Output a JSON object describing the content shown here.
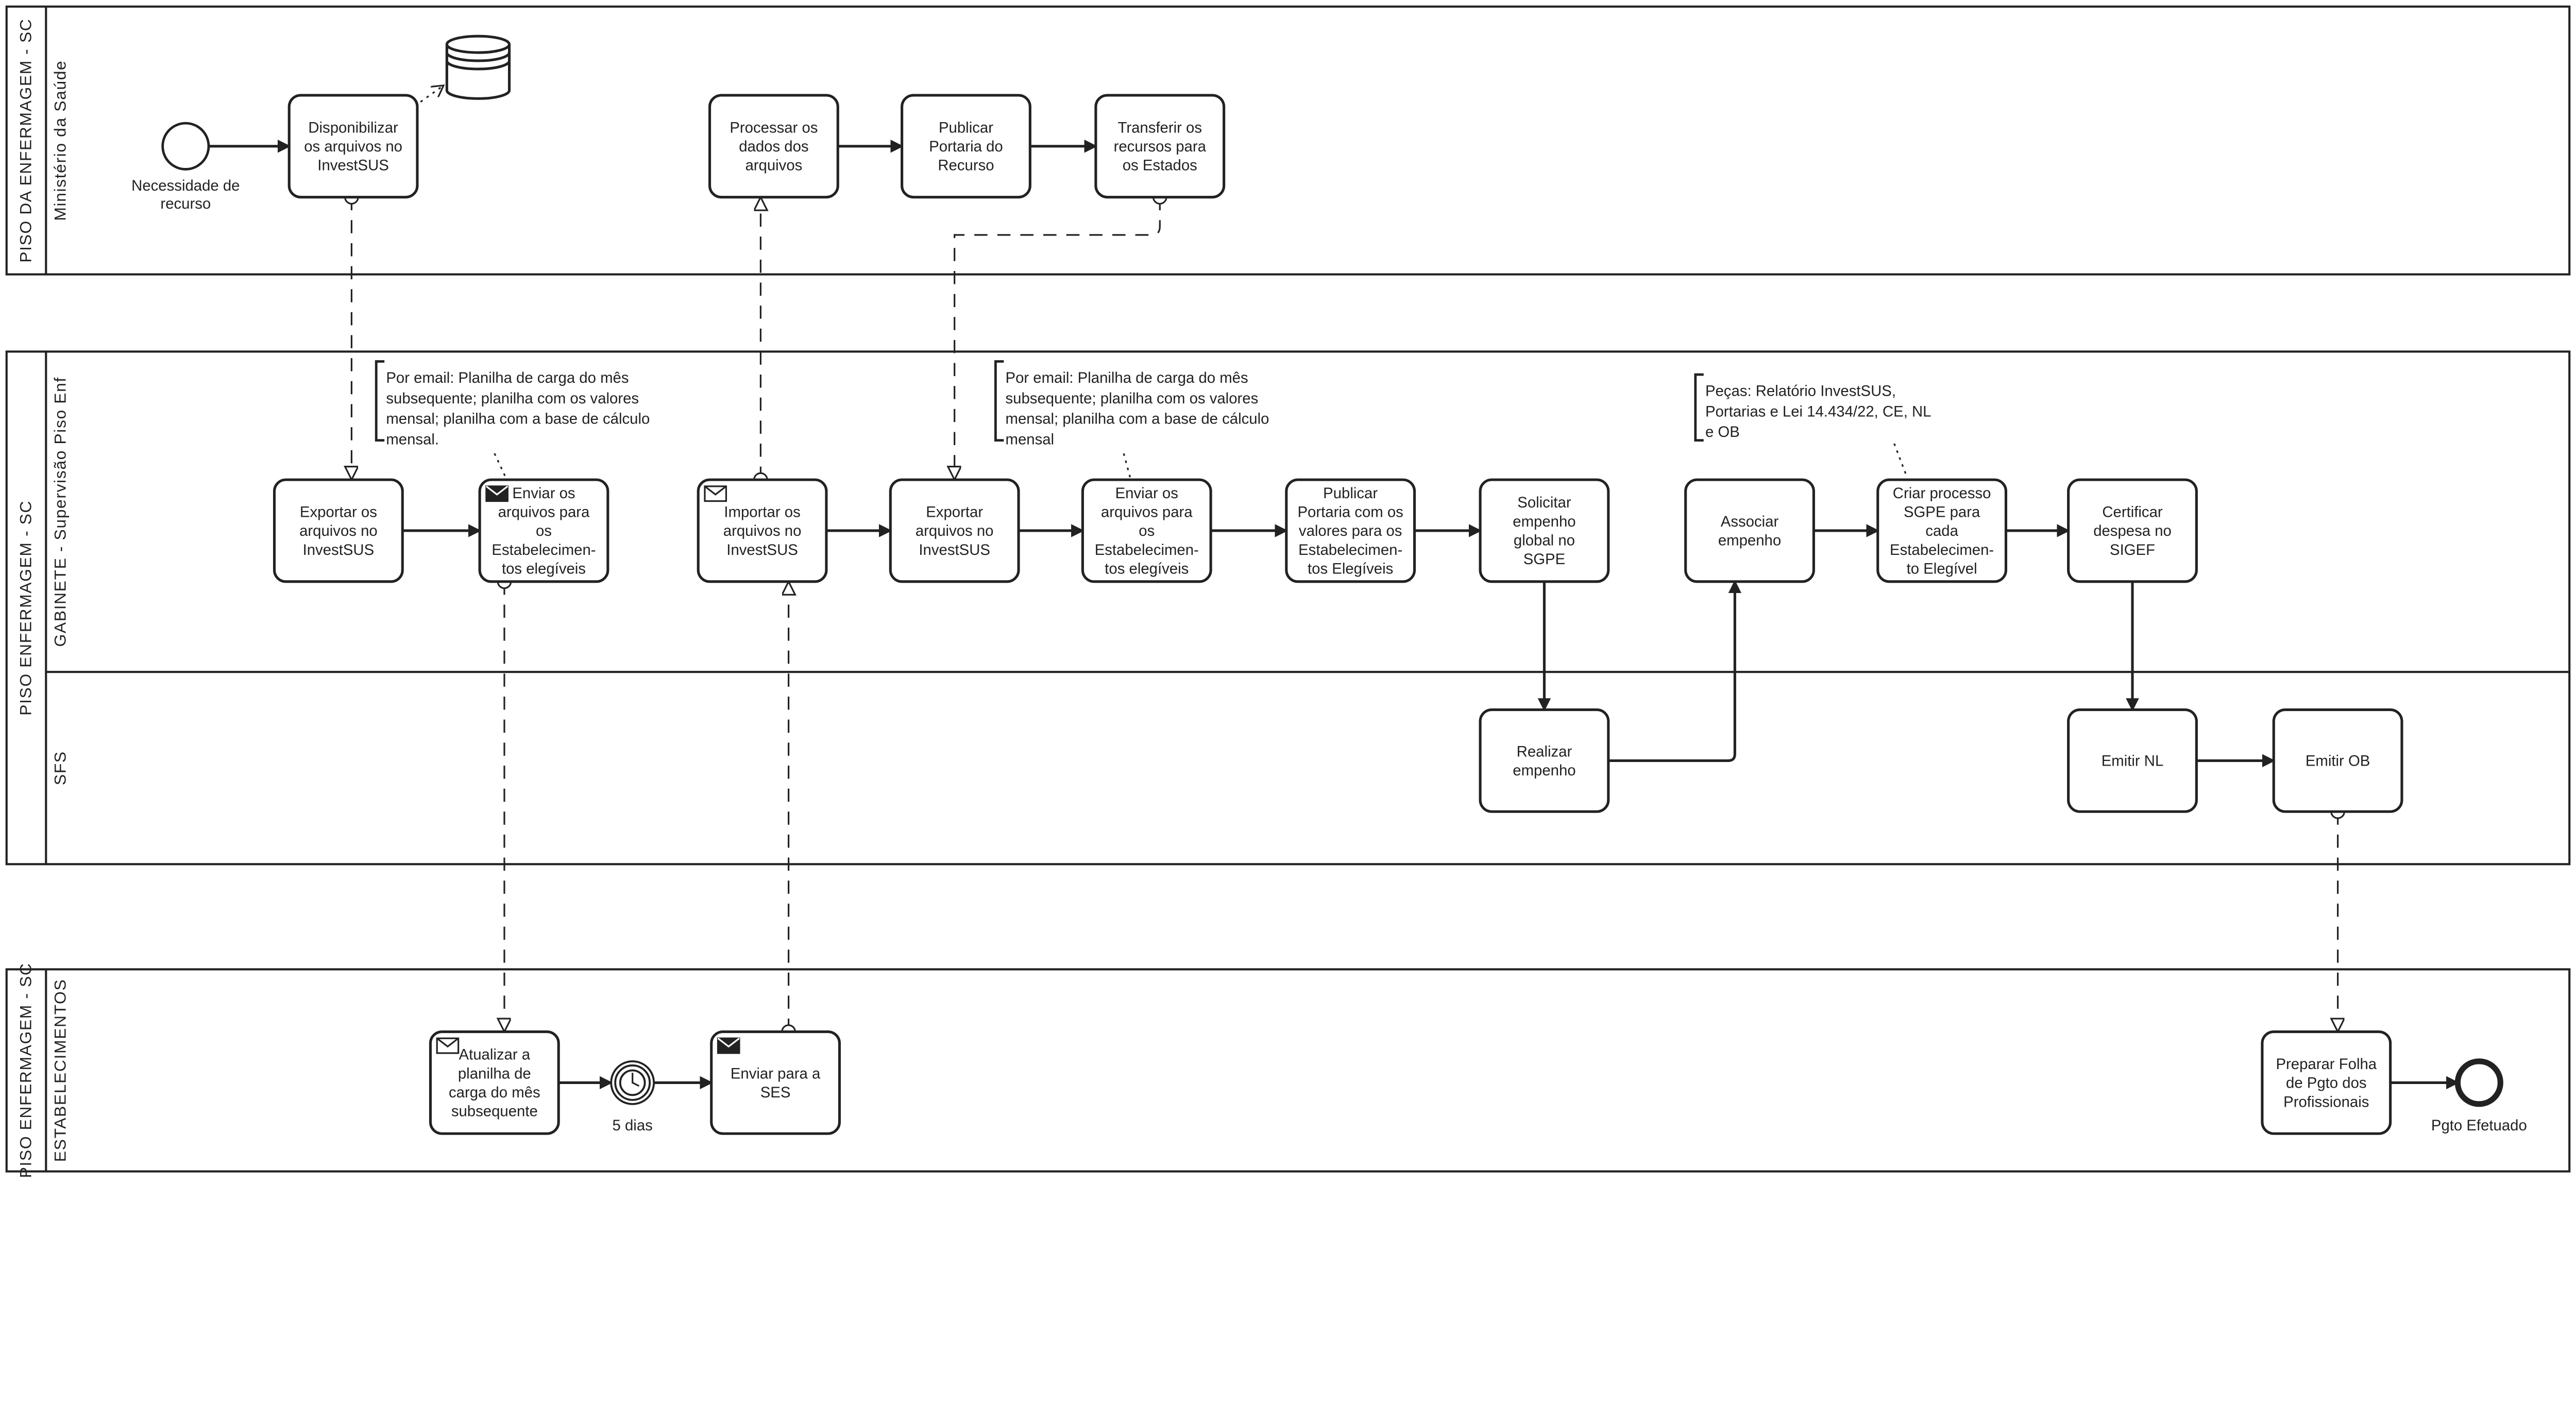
{
  "pools": [
    {
      "id": "p1",
      "label": "PISO DA ENFERMAGEM - SC",
      "lanes": [
        {
          "label": "Ministério da Saúde"
        }
      ]
    },
    {
      "id": "p2",
      "label": "PISO ENFERMAGEM - SC",
      "lanes": [
        {
          "label": "GABINETE - Supervisão Piso Enf"
        },
        {
          "label": "SFS"
        }
      ]
    },
    {
      "id": "p3",
      "label": "PISO ENFERMAGEM - SC",
      "lanes": [
        {
          "label": "ESTABELECIMENTOS"
        }
      ]
    }
  ],
  "events": [
    {
      "id": "start",
      "type": "start",
      "label": [
        "Necessidade de",
        "recurso"
      ]
    },
    {
      "id": "timer",
      "type": "timer-intermediate",
      "label": [
        "5 dias"
      ]
    },
    {
      "id": "end",
      "type": "end",
      "label": [
        "Pgto Efetuado"
      ]
    }
  ],
  "tasks": [
    {
      "id": "disponibilizar",
      "lines": [
        "Disponibilizar",
        "os arquivos no",
        "InvestSUS"
      ]
    },
    {
      "id": "processar",
      "lines": [
        "Processar os",
        "dados dos",
        "arquivos"
      ]
    },
    {
      "id": "publicar-recurso",
      "lines": [
        "Publicar",
        "Portaria do",
        "Recurso"
      ]
    },
    {
      "id": "transferir",
      "lines": [
        "Transferir os",
        "recursos para",
        "os Estados"
      ]
    },
    {
      "id": "exportar1",
      "lines": [
        "Exportar os",
        "arquivos no",
        "InvestSUS"
      ]
    },
    {
      "id": "enviar1",
      "lines": [
        "Enviar os",
        "arquivos para",
        "os",
        "Estabelecimen-",
        "tos elegíveis"
      ],
      "marker": "send"
    },
    {
      "id": "importar",
      "lines": [
        "Importar os",
        "arquivos no",
        "InvestSUS"
      ],
      "marker": "receive"
    },
    {
      "id": "exportar2",
      "lines": [
        "Exportar",
        "arquivos no",
        "InvestSUS"
      ]
    },
    {
      "id": "enviar2",
      "lines": [
        "Enviar os",
        "arquivos para",
        "os",
        "Estabelecimen-",
        "tos elegíveis"
      ]
    },
    {
      "id": "publicar-portaria",
      "lines": [
        "Publicar",
        "Portaria com os",
        "valores para os",
        "Estabelecimen-",
        "tos Elegíveis"
      ]
    },
    {
      "id": "solicitar",
      "lines": [
        "Solicitar",
        "empenho",
        "global no",
        "SGPE"
      ]
    },
    {
      "id": "associar",
      "lines": [
        "Associar",
        "empenho"
      ]
    },
    {
      "id": "criar",
      "lines": [
        "Criar processo",
        "SGPE para",
        "cada",
        "Estabelecimen-",
        "to Elegível"
      ]
    },
    {
      "id": "certificar",
      "lines": [
        "Certificar",
        "despesa no",
        "SIGEF"
      ]
    },
    {
      "id": "realizar",
      "lines": [
        "Realizar",
        "empenho"
      ]
    },
    {
      "id": "emitir-nl",
      "lines": [
        "Emitir NL"
      ]
    },
    {
      "id": "emitir-ob",
      "lines": [
        "Emitir OB"
      ]
    },
    {
      "id": "atualizar",
      "lines": [
        "Atualizar a",
        "planilha de",
        "carga do mês",
        "subsequente"
      ],
      "marker": "receive"
    },
    {
      "id": "enviar-ses",
      "lines": [
        "Enviar para a",
        "SES"
      ],
      "marker": "send"
    },
    {
      "id": "preparar",
      "lines": [
        "Preparar Folha",
        "de Pgto dos",
        "Profissionais"
      ]
    }
  ],
  "annotations": [
    {
      "id": "ann1",
      "lines": [
        "Por email: Planilha de carga do mês",
        "subsequente; planilha com os valores",
        "mensal; planilha com a base de cálculo",
        "mensal."
      ]
    },
    {
      "id": "ann2",
      "lines": [
        "Por email: Planilha de carga do mês",
        "subsequente; planilha com os valores",
        "mensal; planilha com a base de cálculo",
        "mensal"
      ]
    },
    {
      "id": "ann3",
      "lines": [
        "Peças: Relatório InvestSUS,",
        "Portarias e Lei 14.434/22, CE, NL",
        "e OB"
      ]
    }
  ],
  "data_store": {
    "icon": "database-icon"
  },
  "colors": {
    "stroke": "#222222",
    "background": "#ffffff"
  }
}
